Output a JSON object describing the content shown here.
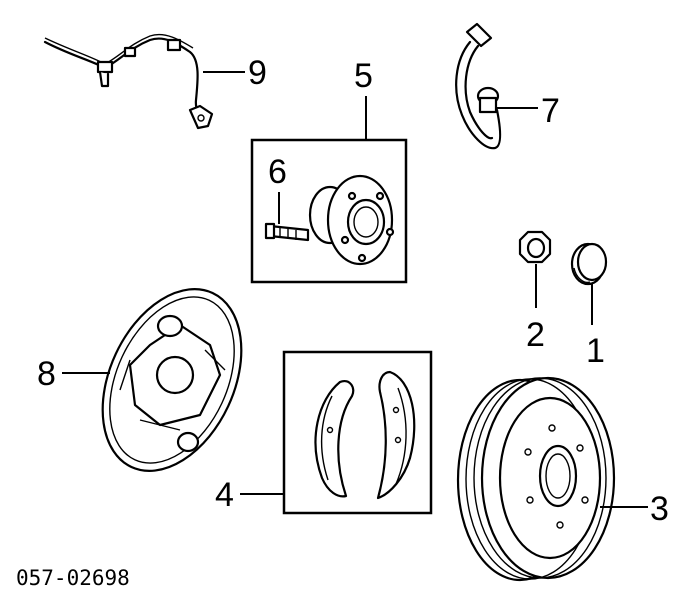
{
  "diagram": {
    "code": "057-02698",
    "callouts": {
      "c1": "1",
      "c2": "2",
      "c3": "3",
      "c4": "4",
      "c5": "5",
      "c6": "6",
      "c7": "7",
      "c8": "8",
      "c9": "9"
    }
  }
}
